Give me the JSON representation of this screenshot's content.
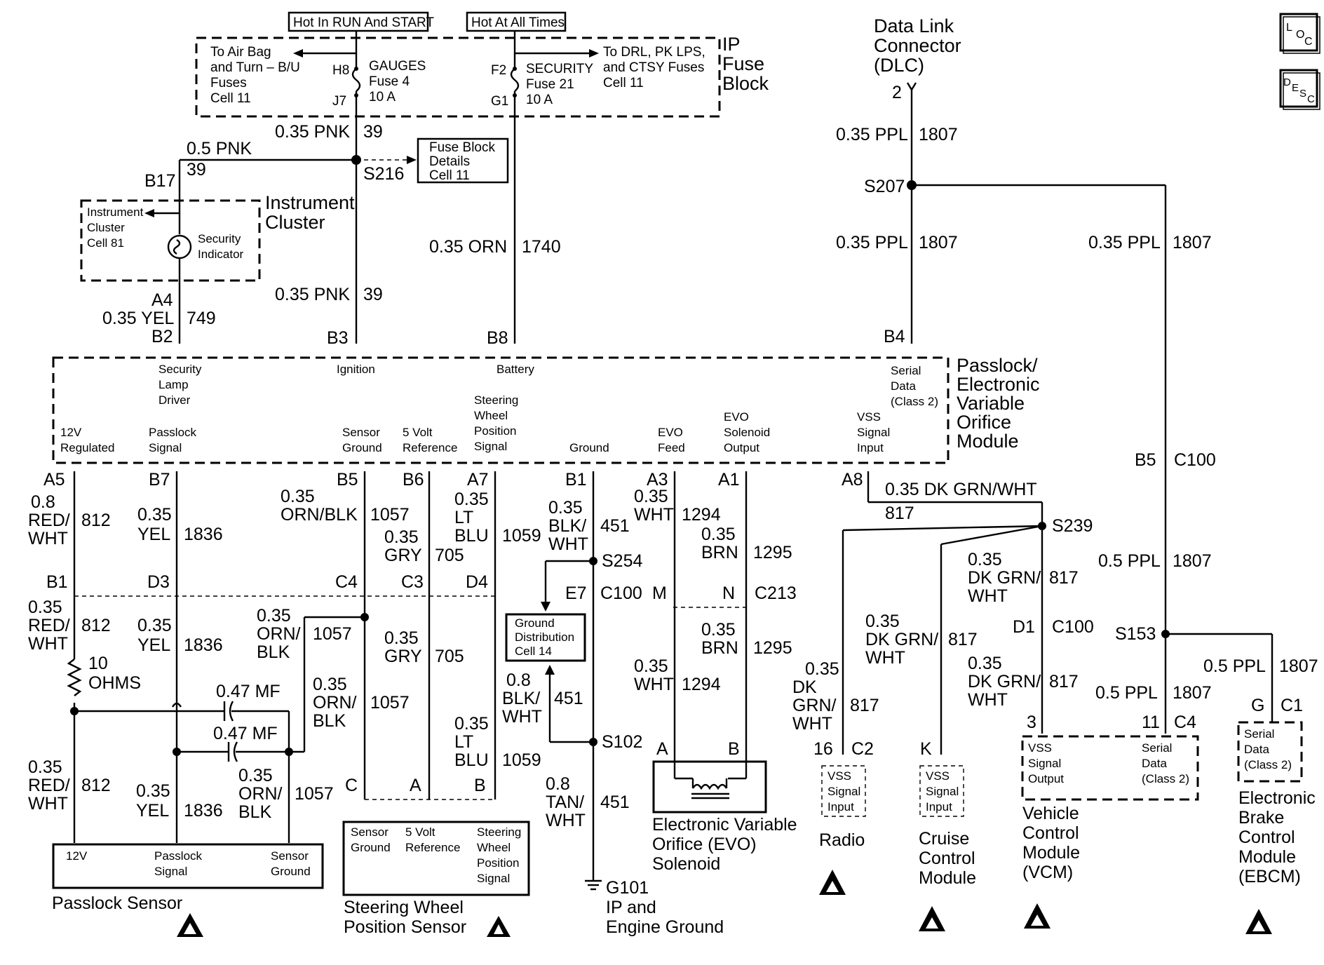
{
  "header": {
    "hot_run_start": "Hot In RUN And START",
    "hot_all_times": "Hot At All Times",
    "loc_badge": [
      "L",
      "O",
      "C"
    ],
    "desc_badge": [
      "D",
      "E",
      "S",
      "C"
    ]
  },
  "fuse_block": {
    "title": [
      "IP",
      "Fuse",
      "Block"
    ],
    "left_note": [
      "To Air Bag",
      "and Turn – B/U",
      "Fuses",
      "Cell 11"
    ],
    "right_note": [
      "To DRL, PK LPS,",
      "and CTSY Fuses",
      "Cell 11"
    ],
    "gauges_fuse": [
      "GAUGES",
      "Fuse 4",
      "10 A"
    ],
    "security_fuse": [
      "SECURITY",
      "Fuse 21",
      "10 A"
    ],
    "pins": {
      "h8": "H8",
      "j7": "J7",
      "f2": "F2",
      "g1": "G1"
    },
    "details_box": [
      "Fuse Block",
      "Details",
      "Cell 11"
    ]
  },
  "dlc": {
    "title": [
      "Data Link",
      "Connector",
      "(DLC)"
    ],
    "pin": "2"
  },
  "instrument_cluster": {
    "title": [
      "Instrument",
      "Cluster"
    ],
    "note": [
      "Instrument",
      "Cluster",
      "Cell 81"
    ],
    "indicator": [
      "Security",
      "Indicator"
    ]
  },
  "splices": {
    "s216": "S216",
    "s207": "S207",
    "s239": "S239",
    "s254": "S254",
    "s102": "S102",
    "s153": "S153"
  },
  "module": {
    "title": [
      "Passlock/",
      "Electronic",
      "Variable",
      "Orifice",
      "Module"
    ],
    "top_terms": {
      "security_lamp": [
        "Security",
        "Lamp",
        "Driver"
      ],
      "ignition": "Ignition",
      "battery": "Battery",
      "serial_data": [
        "Serial",
        "Data",
        "(Class 2)"
      ]
    },
    "bottom_terms": {
      "v12": [
        "12V",
        "Regulated"
      ],
      "passlock": [
        "Passlock",
        "Signal"
      ],
      "sensor_ground": [
        "Sensor",
        "Ground"
      ],
      "five_volt": [
        "5 Volt",
        "Reference"
      ],
      "swps": [
        "Steering",
        "Wheel",
        "Position",
        "Signal"
      ],
      "ground": "Ground",
      "evo_feed": [
        "EVO",
        "Feed"
      ],
      "evo_out": [
        "EVO",
        "Solenoid",
        "Output"
      ],
      "vss_in": [
        "VSS",
        "Signal",
        "Input"
      ]
    }
  },
  "wires_top": {
    "pnk_a": [
      "0.35 PNK",
      "39"
    ],
    "pnk_b": [
      "0.5 PNK",
      "39"
    ],
    "pnk_c": [
      "0.35 PNK",
      "39"
    ],
    "orn": [
      "0.35 ORN",
      "1740"
    ],
    "yel": [
      "0.35 YEL",
      "749"
    ],
    "ppl_a": [
      "0.35 PPL",
      "1807"
    ],
    "ppl_b": [
      "0.35 PPL",
      "1807"
    ],
    "ppl_c": [
      "0.35 PPL",
      "1807"
    ],
    "pins": {
      "b17": "B17",
      "a4": "A4",
      "b2": "B2",
      "b3": "B3",
      "b8": "B8",
      "b4": "B4",
      "b5": "B5",
      "c100a": "C100"
    }
  },
  "wires_bottom": {
    "red_a": [
      "0.8",
      "RED/",
      "WHT",
      "812"
    ],
    "red_b": [
      "0.35",
      "RED/",
      "WHT",
      "812"
    ],
    "red_c": [
      "0.35",
      "RED/",
      "WHT",
      "812"
    ],
    "resistor": [
      "10",
      "OHMS"
    ],
    "cap1": "0.47 MF",
    "cap2": "0.47 MF",
    "yel_a": [
      "0.35",
      "YEL",
      "1836"
    ],
    "yel_b": [
      "0.35",
      "YEL",
      "1836"
    ],
    "yel_c": [
      "0.35",
      "YEL",
      "1836"
    ],
    "ornblk_a": [
      "0.35",
      "ORN/BLK",
      "1057"
    ],
    "ornblk_b": [
      "0.35",
      "ORN/",
      "BLK",
      "1057"
    ],
    "ornblk_c": [
      "0.35",
      "ORN/",
      "BLK",
      "1057"
    ],
    "ornblk_d": [
      "0.35",
      "ORN/",
      "BLK",
      "1057"
    ],
    "gry_a": [
      "0.35",
      "GRY",
      "705"
    ],
    "gry_b": [
      "0.35",
      "GRY",
      "705"
    ],
    "ltblu_a": [
      "0.35",
      "LT",
      "BLU",
      "1059"
    ],
    "ltblu_b": [
      "0.35",
      "LT",
      "BLU",
      "1059"
    ],
    "blkwht_a": [
      "0.35",
      "BLK/",
      "WHT",
      "451"
    ],
    "blkwht_b": [
      "0.8",
      "BLK/",
      "WHT",
      "451"
    ],
    "tanwht": [
      "0.8",
      "TAN/",
      "WHT",
      "451"
    ],
    "wht_a": [
      "0.35",
      "WHT",
      "1294"
    ],
    "wht_b": [
      "0.35",
      "WHT",
      "1294"
    ],
    "brn_a": [
      "0.35",
      "BRN",
      "1295"
    ],
    "brn_b": [
      "0.35",
      "BRN",
      "1295"
    ],
    "dkgrn_top": [
      "0.35 DK GRN/WHT",
      "817"
    ],
    "dkgrn_radio": [
      "0.35",
      "DK",
      "GRN/",
      "WHT",
      "817"
    ],
    "dkgrn_cruise": [
      "0.35",
      "DK GRN/",
      "WHT",
      "817"
    ],
    "dkgrn_vcm_a": [
      "0.35",
      "DK GRN/",
      "WHT",
      "817"
    ],
    "dkgrn_vcm_b": [
      "0.35",
      "DK GRN/",
      "WHT",
      "817"
    ],
    "ppl_d": [
      "0.5 PPL",
      "1807"
    ],
    "ppl_e": [
      "0.5 PPL",
      "1807"
    ],
    "ppl_f": [
      "0.5 PPL",
      "1807"
    ]
  },
  "pins_bottom": {
    "a5": "A5",
    "b7": "B7",
    "b5": "B5",
    "b6": "B6",
    "a7": "A7",
    "b1": "B1",
    "a3": "A3",
    "a1": "A1",
    "a8": "A8",
    "b1b": "B1",
    "d3": "D3",
    "c4": "C4",
    "c3": "C3",
    "d4": "D4",
    "e7": "E7",
    "c100b": "C100",
    "m": "M",
    "n": "N",
    "c213": "C213",
    "d1": "D1",
    "c100c": "C100",
    "c": "C",
    "a": "A",
    "b": "B",
    "ea": "A",
    "eb": "B",
    "p16": "16",
    "c2": "C2",
    "k": "K",
    "p3": "3",
    "p11": "11",
    "c4b": "C4",
    "g": "G",
    "c1": "C1"
  },
  "components": {
    "passlock_sensor": {
      "name": "Passlock Sensor",
      "terms": [
        [
          "12V"
        ],
        [
          "Passlock",
          "Signal"
        ],
        [
          "Sensor",
          "Ground"
        ]
      ]
    },
    "swp_sensor": {
      "name": [
        "Steering Wheel",
        "Position Sensor"
      ],
      "terms": [
        [
          "Sensor",
          "Ground"
        ],
        [
          "5 Volt",
          "Reference"
        ],
        [
          "Steering",
          "Wheel",
          "Position",
          "Signal"
        ]
      ]
    },
    "ground_box": [
      "Ground",
      "Distribution",
      "Cell 14"
    ],
    "g101": [
      "G101",
      "IP and",
      "Engine Ground"
    ],
    "evo": [
      "Electronic Variable",
      "Orifice (EVO)",
      "Solenoid"
    ],
    "radio": {
      "name": "Radio",
      "terms": [
        "VSS",
        "Signal",
        "Input"
      ]
    },
    "cruise": {
      "name": [
        "Cruise",
        "Control",
        "Module"
      ],
      "terms": [
        "VSS",
        "Signal",
        "Input"
      ]
    },
    "vcm": {
      "name": [
        "Vehicle",
        "Control",
        "Module",
        "(VCM)"
      ],
      "terms_a": [
        "VSS",
        "Signal",
        "Output"
      ],
      "terms_b": [
        "Serial",
        "Data",
        "(Class 2)"
      ]
    },
    "ebcm": {
      "name": [
        "Electronic",
        "Brake",
        "Control",
        "Module",
        "(EBCM)"
      ],
      "terms": [
        "Serial",
        "Data",
        "(Class 2)"
      ]
    }
  }
}
